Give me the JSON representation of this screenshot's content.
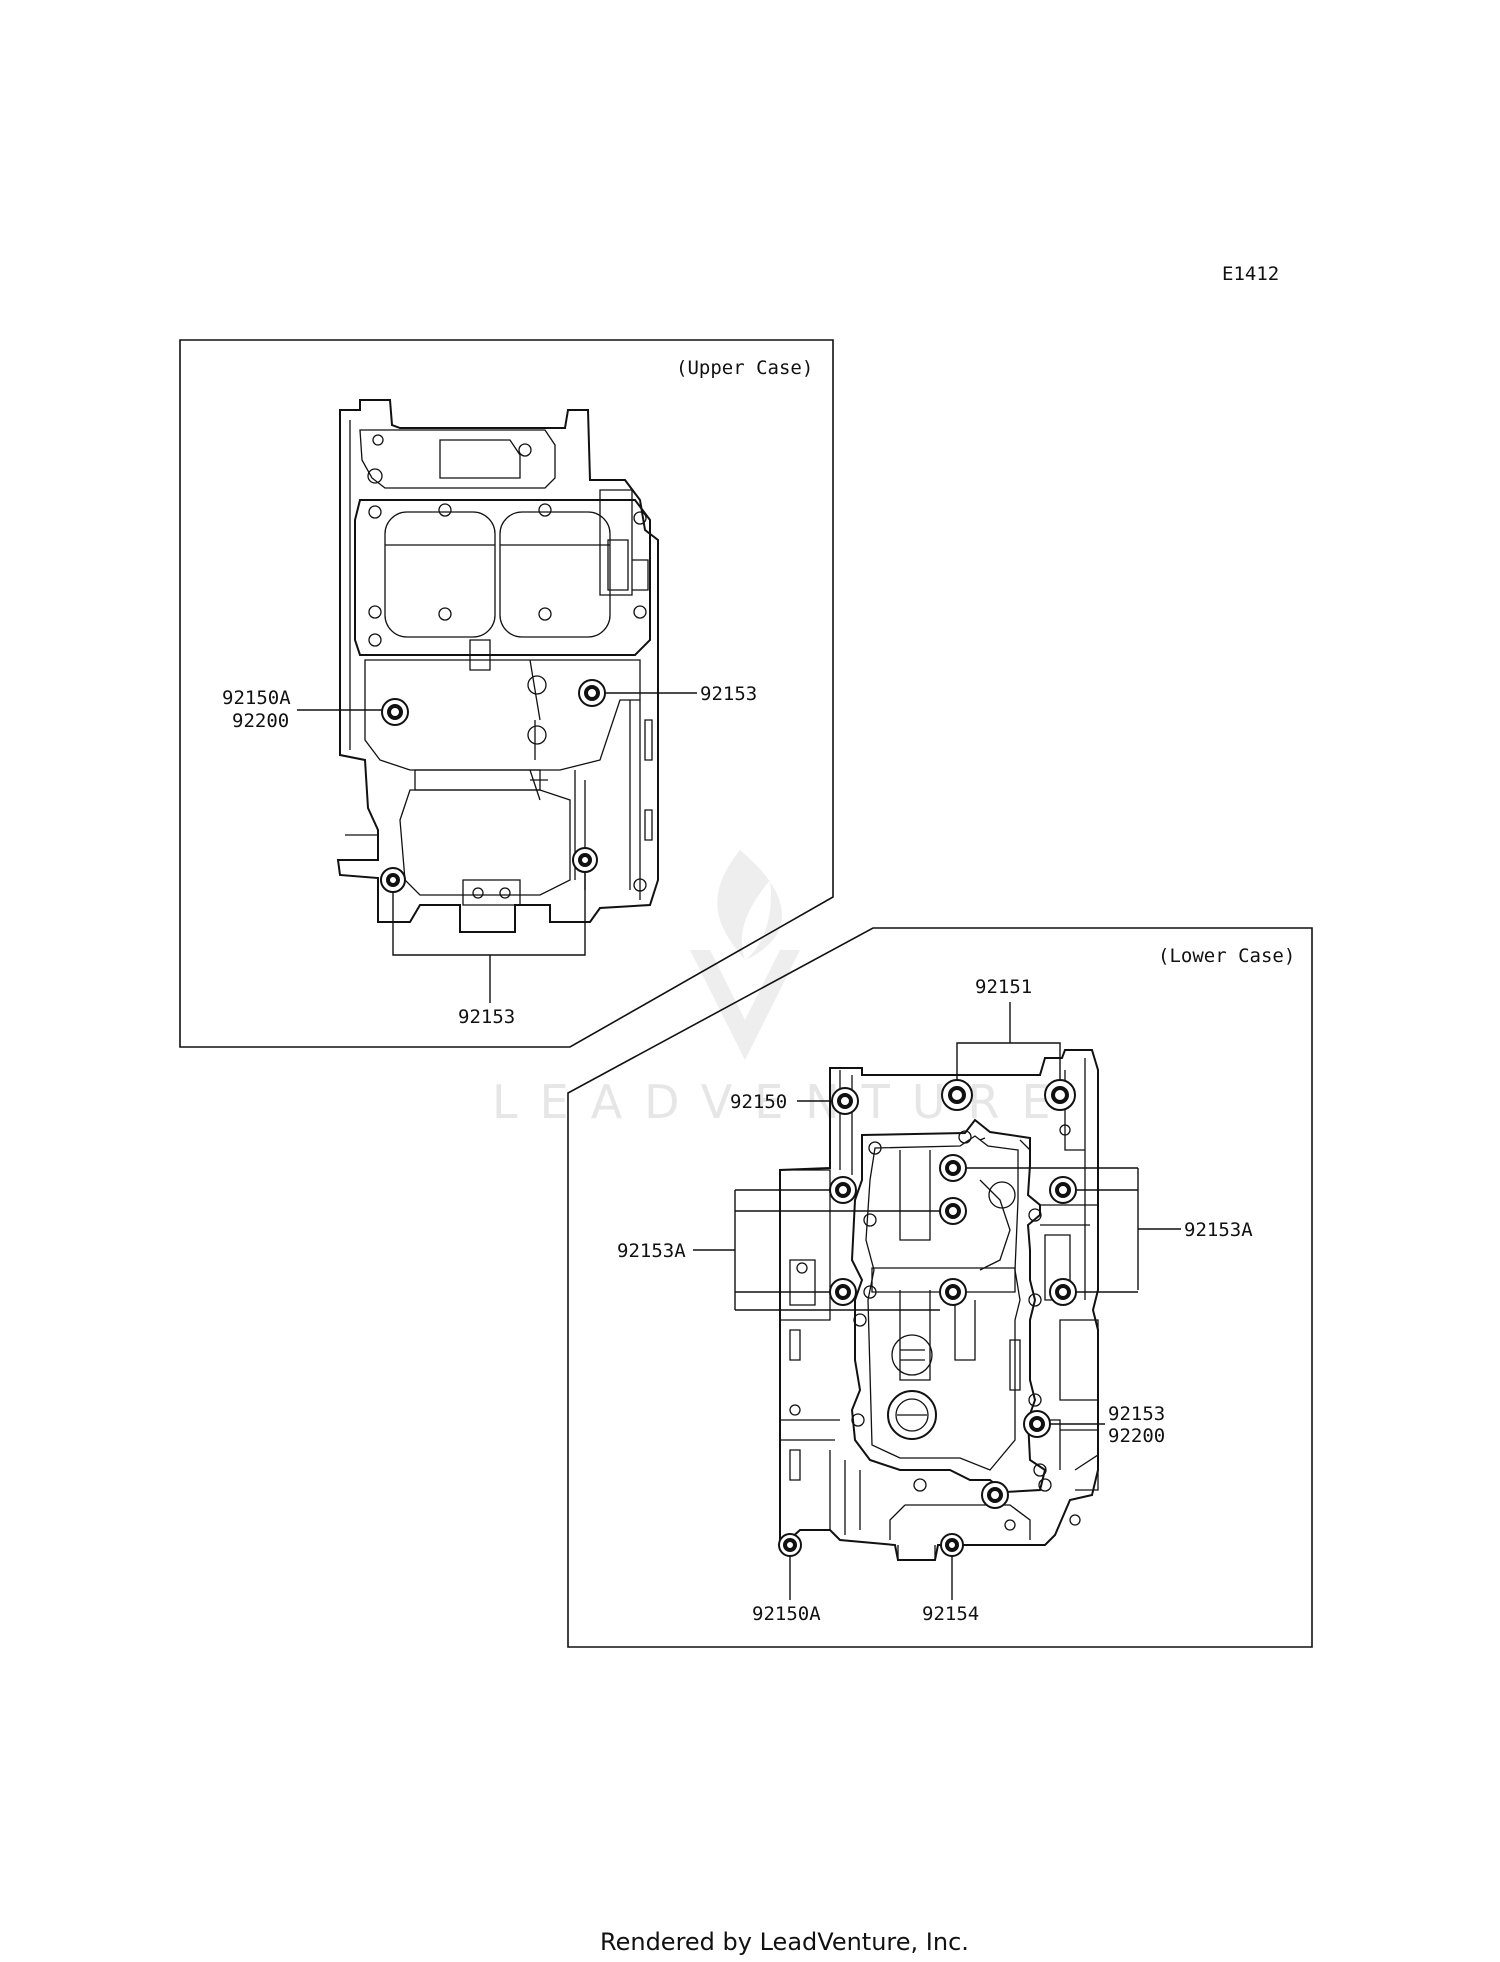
{
  "diagram_code": "E1412",
  "upper_case": {
    "title": "(Upper Case)",
    "callouts": [
      "92150A",
      "92200",
      "92153",
      "92153"
    ]
  },
  "lower_case": {
    "title": "(Lower Case)",
    "callouts": [
      "92151",
      "92150",
      "92153A",
      "92153A",
      "92153",
      "92200",
      "92150A",
      "92154"
    ]
  },
  "watermark": "LEADVENTURE",
  "footer": "Rendered by LeadVenture, Inc."
}
